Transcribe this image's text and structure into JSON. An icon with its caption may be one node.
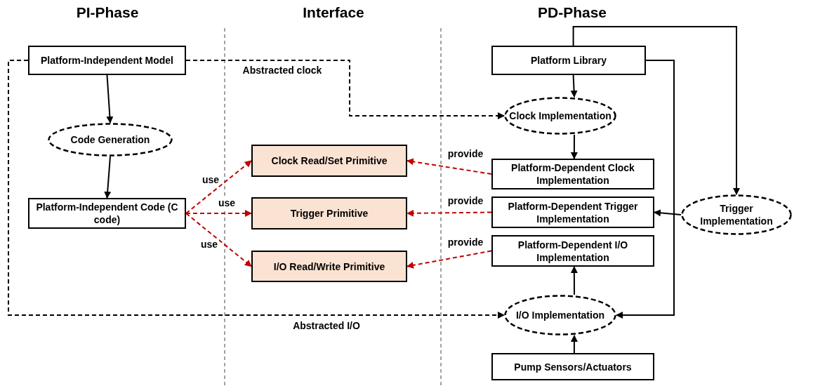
{
  "diagram": {
    "nodes": [
      {
        "text": [
          "Platform-Independent Model"
        ]
      },
      {
        "text": [
          "Code Generation"
        ]
      },
      {
        "text": [
          "Platform-Independent Code (C code)"
        ]
      },
      {
        "text": [
          "Clock Read/Set Primitive"
        ]
      },
      {
        "text": [
          "Trigger Primitive"
        ]
      },
      {
        "text": [
          "I/O Read/Write Primitive"
        ]
      },
      {
        "text": [
          "Platform Library"
        ]
      },
      {
        "text": [
          "Clock Implementation"
        ]
      },
      {
        "text": [
          "Platform-Dependent Clock Implementation"
        ]
      },
      {
        "text": [
          "Platform-Dependent Trigger Implementation"
        ]
      },
      {
        "text": [
          "Trigger Implementation"
        ]
      },
      {
        "text": [
          "Platform-Dependent I/O Implementation"
        ]
      },
      {
        "text": [
          "I/O Implementation"
        ]
      },
      {
        "text": [
          "Pump Sensors/Actuators"
        ]
      }
    ],
    "edges": [
      {
        "from": 0,
        "to": 1,
        "arrow": "to"
      },
      {
        "from": 1,
        "to": 2,
        "arrow": "to"
      },
      {
        "from": 2,
        "to": 3,
        "arrow": "to",
        "label": "use",
        "style": "dashed",
        "color": "#c00000"
      },
      {
        "from": 2,
        "to": 4,
        "arrow": "to",
        "label": "use",
        "style": "dashed",
        "color": "#c00000"
      },
      {
        "from": 2,
        "to": 5,
        "arrow": "to",
        "label": "use",
        "style": "dashed",
        "color": "#c00000"
      },
      {
        "from": 8,
        "to": 3,
        "arrow": "to",
        "label": "provide",
        "style": "dashed",
        "color": "#c00000"
      },
      {
        "from": 9,
        "to": 4,
        "arrow": "to",
        "label": "provide",
        "style": "dashed",
        "color": "#c00000"
      },
      {
        "from": 11,
        "to": 5,
        "arrow": "to",
        "label": "provide",
        "style": "dashed",
        "color": "#c00000"
      },
      {
        "from": 0,
        "to": 7,
        "arrow": "to",
        "label": "Abstracted clock",
        "style": "dashed"
      },
      {
        "from": 0,
        "to": 12,
        "arrow": "to",
        "label": "Abstracted I/O",
        "style": "dashed"
      },
      {
        "from": 6,
        "to": 7,
        "arrow": "to"
      },
      {
        "from": 7,
        "to": 8,
        "arrow": "to"
      },
      {
        "from": 6,
        "to": 10,
        "arrow": "to"
      },
      {
        "from": 10,
        "to": 9,
        "arrow": "to"
      },
      {
        "from": 6,
        "to": 12,
        "arrow": "to"
      },
      {
        "from": 12,
        "to": 11,
        "arrow": "to"
      },
      {
        "from": 13,
        "to": 12,
        "arrow": "to"
      }
    ],
    "labels": [
      "PI-Phase",
      "Interface",
      "PD-Phase"
    ]
  }
}
